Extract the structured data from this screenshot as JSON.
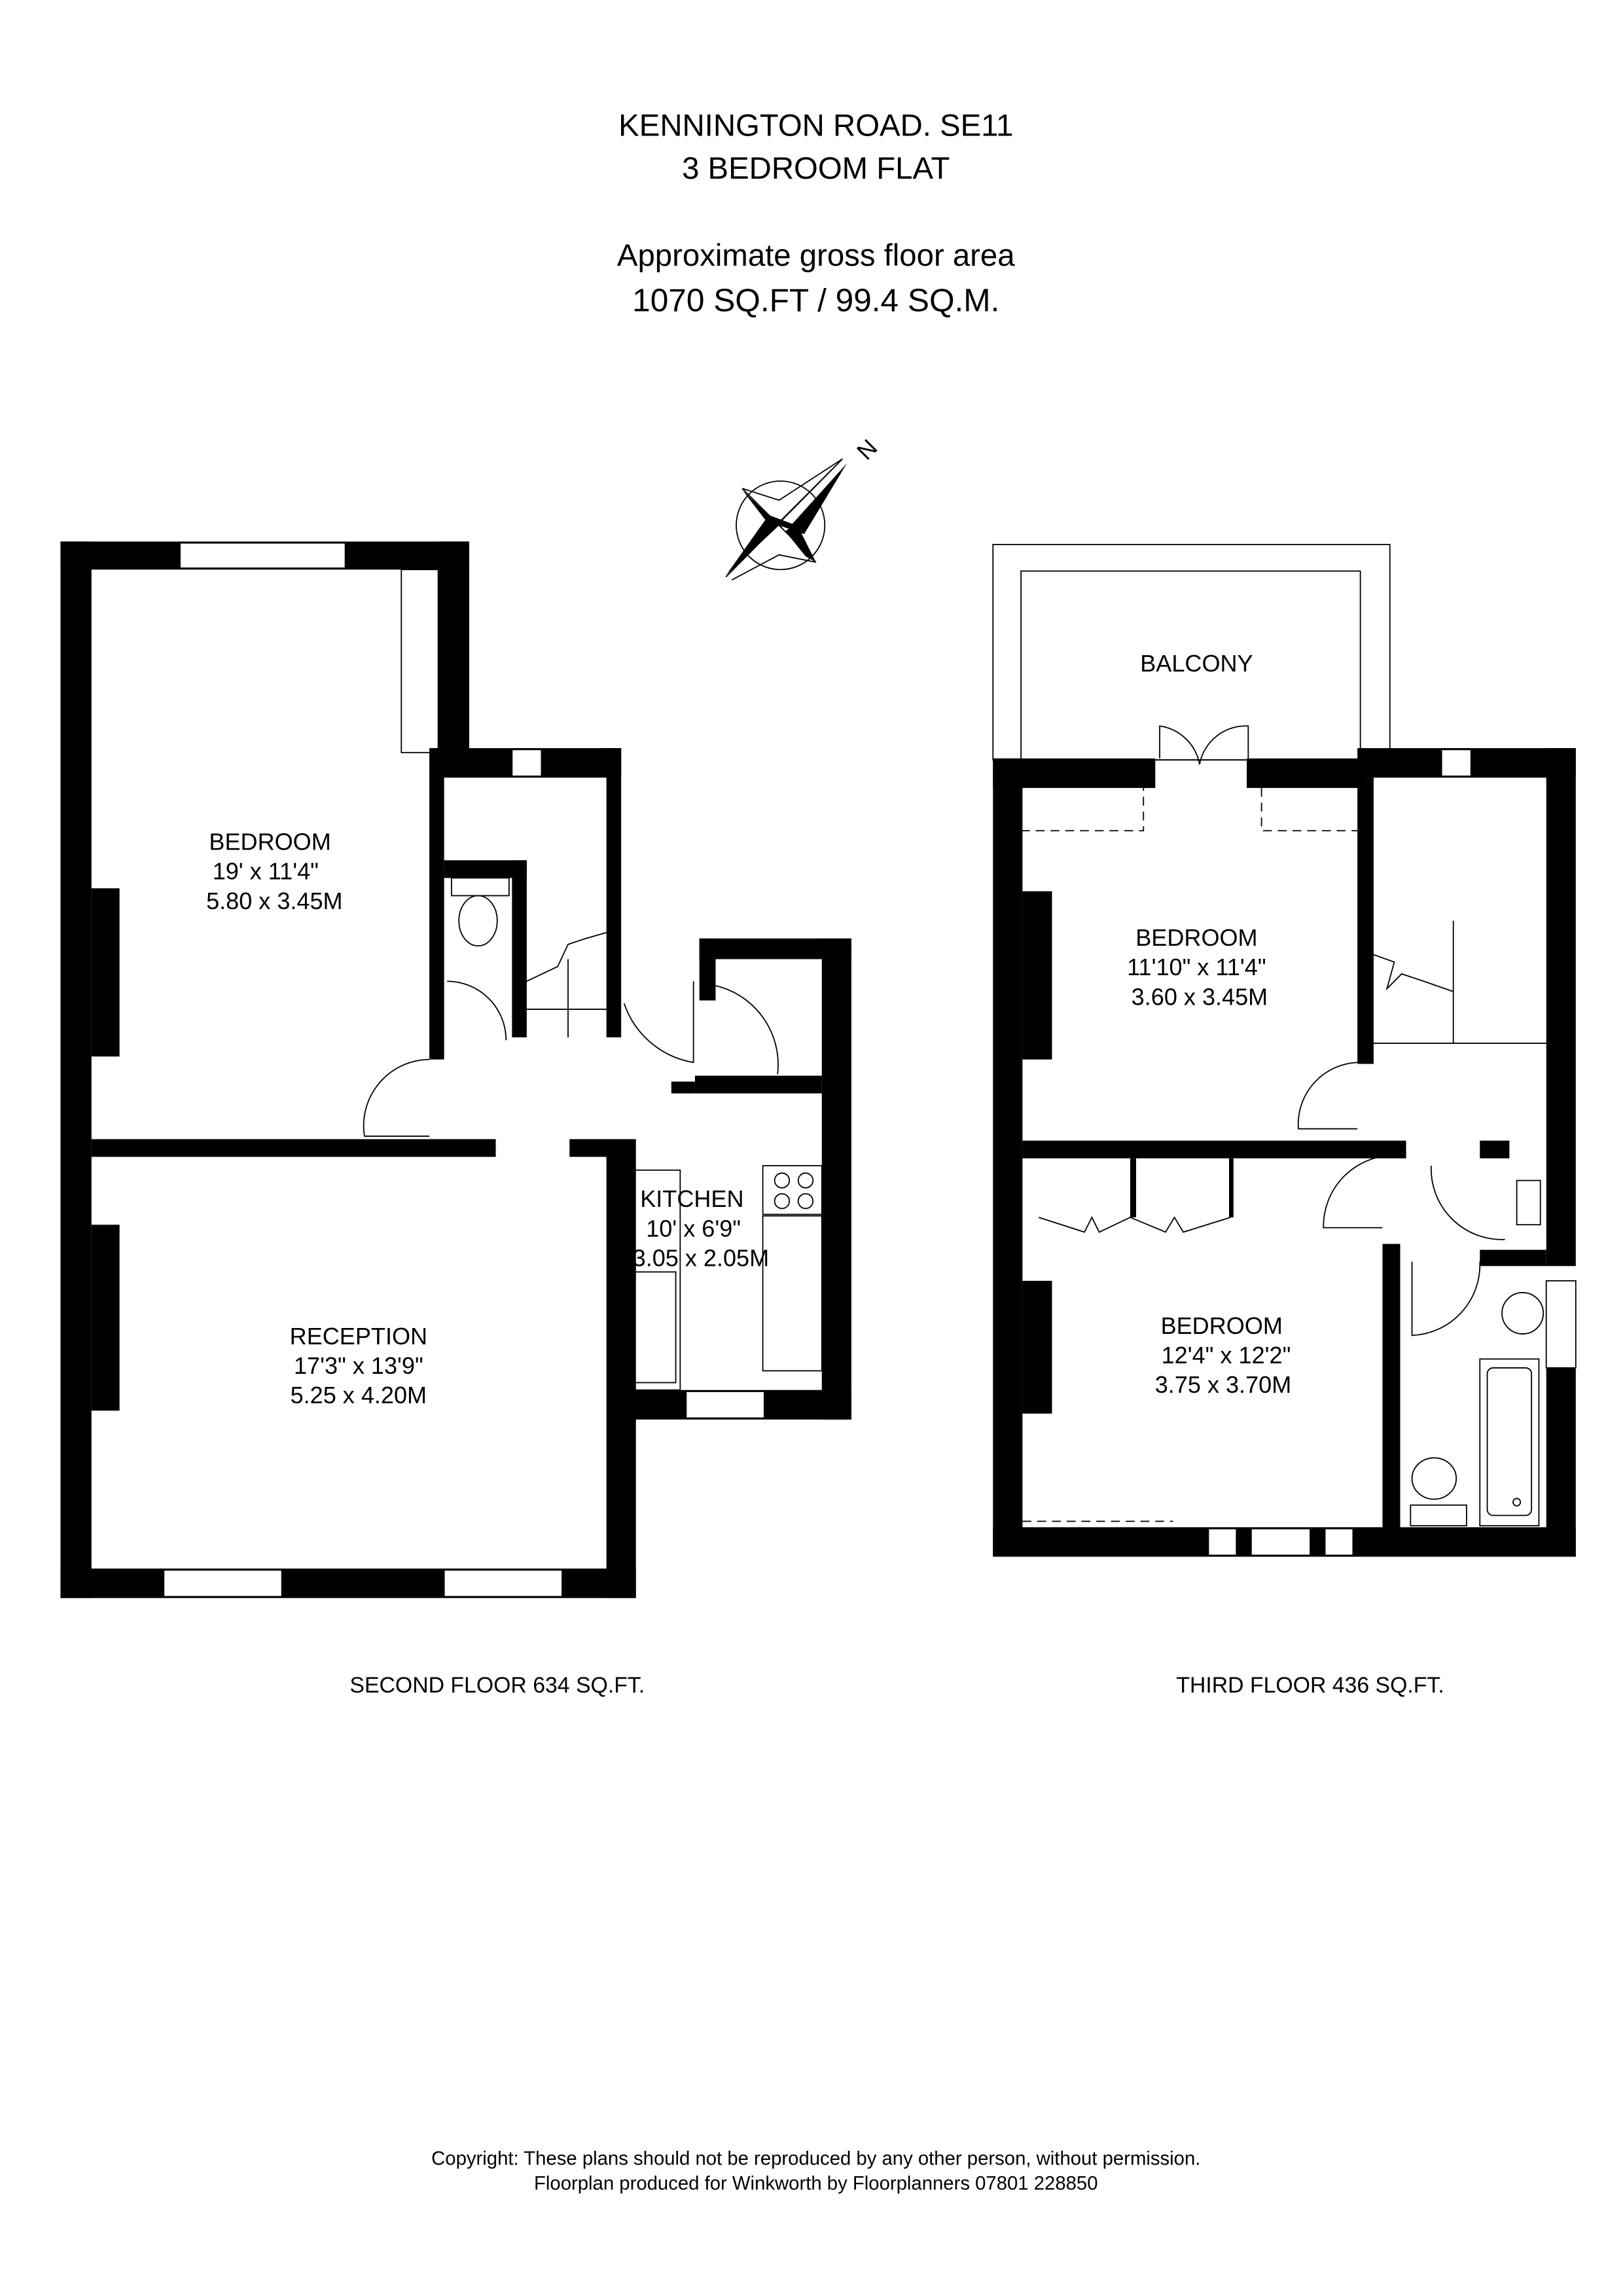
{
  "header": {
    "address": "KENNINGTON ROAD. SE11",
    "property_type": "3 BEDROOM FLAT",
    "area_label": "Approximate gross floor area",
    "area_value": "1070 SQ.FT / 99.4 SQ.M."
  },
  "compass": {
    "label": "N",
    "icon": "north-arrow-compass-icon"
  },
  "second_floor": {
    "label": "SECOND FLOOR 634 SQ.FT.",
    "rooms": [
      {
        "name": "BEDROOM",
        "imperial": "19' x 11'4\"",
        "metric": "5.80 x 3.45M"
      },
      {
        "name": "RECEPTION",
        "imperial": "17'3\" x 13'9\"",
        "metric": "5.25 x 4.20M"
      },
      {
        "name": "KITCHEN",
        "imperial": "10' x 6'9\"",
        "metric": "3.05 x 2.05M"
      }
    ]
  },
  "third_floor": {
    "label": "THIRD FLOOR 436 SQ.FT.",
    "balcony": "BALCONY",
    "rooms": [
      {
        "name": "BEDROOM",
        "imperial": "11'10\" x 11'4\"",
        "metric": "3.60 x 3.45M"
      },
      {
        "name": "BEDROOM",
        "imperial": "12'4\" x 12'2\"",
        "metric": "3.75 x 3.70M"
      }
    ]
  },
  "footer": {
    "copyright": "Copyright: These plans should not be reproduced by any other person, without permission.",
    "credit": "Floorplan produced for Winkworth by Floorplanners 07801 228850"
  }
}
